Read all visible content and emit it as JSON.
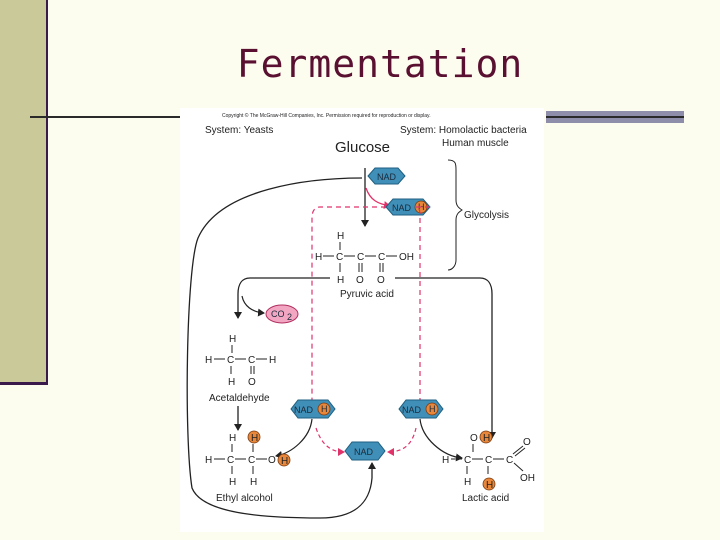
{
  "slide": {
    "title": "Fermentation"
  },
  "figure": {
    "copyright": "Copyright © The McGraw-Hill Companies, Inc. Permission required for reproduction or display.",
    "system_left": "System: Yeasts",
    "system_right": "System: Homolactic bacteria",
    "system_right_line2": "Human muscle",
    "glucose": "Glucose",
    "glycolysis": "Glycolysis",
    "nad": "NAD",
    "h": "H",
    "co2_main": "CO",
    "co2_sub": "2",
    "pyruvic": {
      "name": "Pyruvic acid",
      "row1": "H",
      "row2_h": "H",
      "row2_c1": "C",
      "row2_c2": "C",
      "row2_c3": "C",
      "row2_oh": "OH",
      "row3_h": "H",
      "row3_o1": "O",
      "row3_o2": "O"
    },
    "acetaldehyde": {
      "name": "Acetaldehyde",
      "top_h": "H",
      "left_h": "H",
      "c1": "C",
      "c2": "C",
      "right_h": "H",
      "bottom_h": "H",
      "bottom_o": "O"
    },
    "ethyl": {
      "name": "Ethyl alcohol",
      "top_h1": "H",
      "top_h2": "H",
      "left_h": "H",
      "c1": "C",
      "c2": "C",
      "o": "O",
      "oh_h": "H",
      "bottom_h1": "H",
      "bottom_h2": "H"
    },
    "lactic": {
      "name": "Lactic acid",
      "top_o": "O",
      "top_h": "H",
      "left_h": "H",
      "c1": "C",
      "c2": "C",
      "c3": "C",
      "o_right": "O",
      "oh_right": "OH",
      "bottom_h": "H",
      "bottom_h2": "H"
    },
    "colors": {
      "hexagon": "#3f8fb8",
      "hexagon_stroke": "#1f5f80",
      "h_circle": "#e8873a",
      "co2_fill": "#f2a6c2",
      "dashed": "#e0336a"
    }
  }
}
